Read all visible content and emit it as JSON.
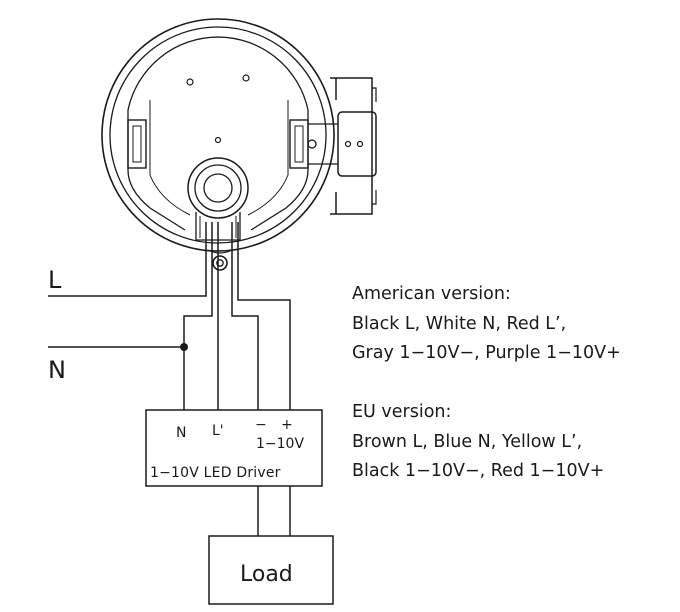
{
  "lines": {
    "live": "L",
    "neutral": "N"
  },
  "driver": {
    "terminal_n": "N",
    "terminal_l": "L'",
    "terminal_minus": "−",
    "terminal_plus": "+",
    "terminal_range": "1−10V",
    "name": "1−10V  LED  Driver"
  },
  "load": "Load",
  "notes": {
    "american_title": "American version:",
    "american_line1": "Black L, White N, Red L’,",
    "american_line2": "Gray 1−10V−, Purple 1−10V+",
    "eu_title": "EU version:",
    "eu_line1": "Brown L, Blue N, Yellow L’,",
    "eu_line2": "Black 1−10V−, Red 1−10V+"
  },
  "colors": {
    "ink": "#1a1a1a",
    "background": "#ffffff"
  }
}
